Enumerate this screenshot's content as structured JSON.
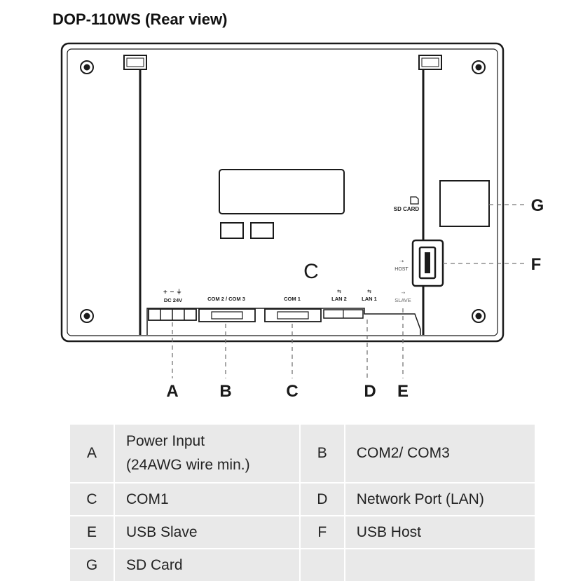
{
  "title": "DOP-110WS (Rear view)",
  "panel": {
    "port_labels": {
      "power": "DC 24V",
      "power_symbols": "+ − ⏚",
      "com23": "COM 2 / COM 3",
      "com1": "COM 1",
      "lan2": "LAN 2",
      "lan1": "LAN 1",
      "slave": "SLAVE",
      "host": "HOST",
      "sdcard": "SD CARD"
    },
    "center_letter": "C"
  },
  "callouts": [
    "A",
    "B",
    "C",
    "D",
    "E",
    "F",
    "G"
  ],
  "legend": {
    "rows": [
      [
        {
          "key": "A",
          "value_line1": "Power Input",
          "value_line2": "(24AWG wire min.)"
        },
        {
          "key": "B",
          "value_line1": "COM2/ COM3",
          "value_line2": ""
        }
      ],
      [
        {
          "key": "C",
          "value_line1": "COM1",
          "value_line2": ""
        },
        {
          "key": "D",
          "value_line1": "Network Port (LAN)",
          "value_line2": ""
        }
      ],
      [
        {
          "key": "E",
          "value_line1": "USB Slave",
          "value_line2": ""
        },
        {
          "key": "F",
          "value_line1": "USB Host",
          "value_line2": ""
        }
      ],
      [
        {
          "key": "G",
          "value_line1": "SD Card",
          "value_line2": ""
        },
        {
          "key": "",
          "value_line1": "",
          "value_line2": ""
        }
      ]
    ]
  },
  "colors": {
    "outline": "#1a1a1a",
    "dash": "#777777",
    "table_bg": "#e9e9e9"
  }
}
